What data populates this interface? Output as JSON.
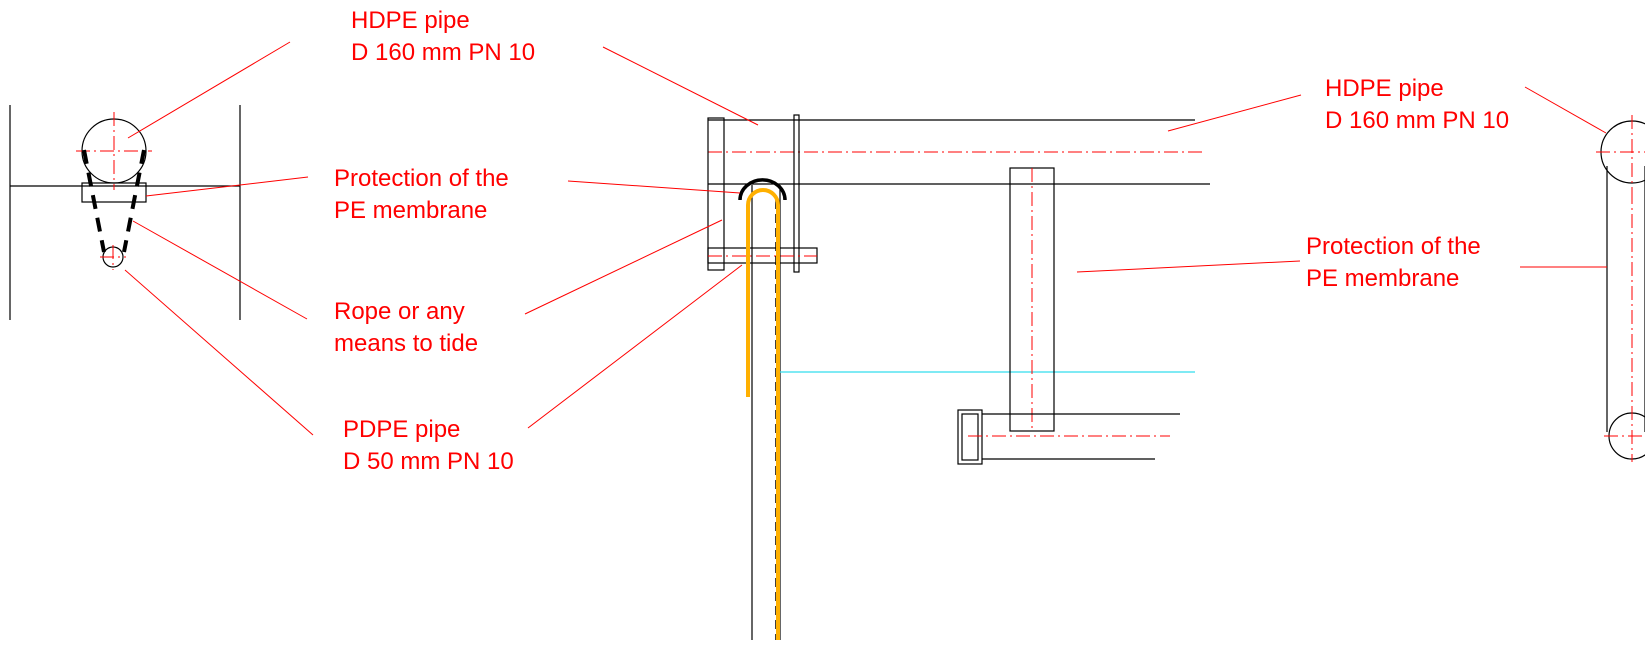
{
  "labels": {
    "hdpe_left": {
      "line1": "HDPE pipe",
      "line2": "D 160 mm PN 10"
    },
    "protection_left": {
      "line1": "Protection of the",
      "line2": "PE membrane"
    },
    "rope": {
      "line1": "Rope or any",
      "line2": "means to tide"
    },
    "pdpe": {
      "line1": "PDPE pipe",
      "line2": "D 50 mm PN 10"
    },
    "hdpe_right": {
      "line1": "HDPE pipe",
      "line2": "D 160 mm PN 10"
    },
    "protection_right": {
      "line1": "Protection of the",
      "line2": "PE membrane"
    }
  },
  "colors": {
    "annotation": "#ff0000",
    "outline": "#000000",
    "rope": "#ffb000",
    "water_level": "#33ddee"
  }
}
